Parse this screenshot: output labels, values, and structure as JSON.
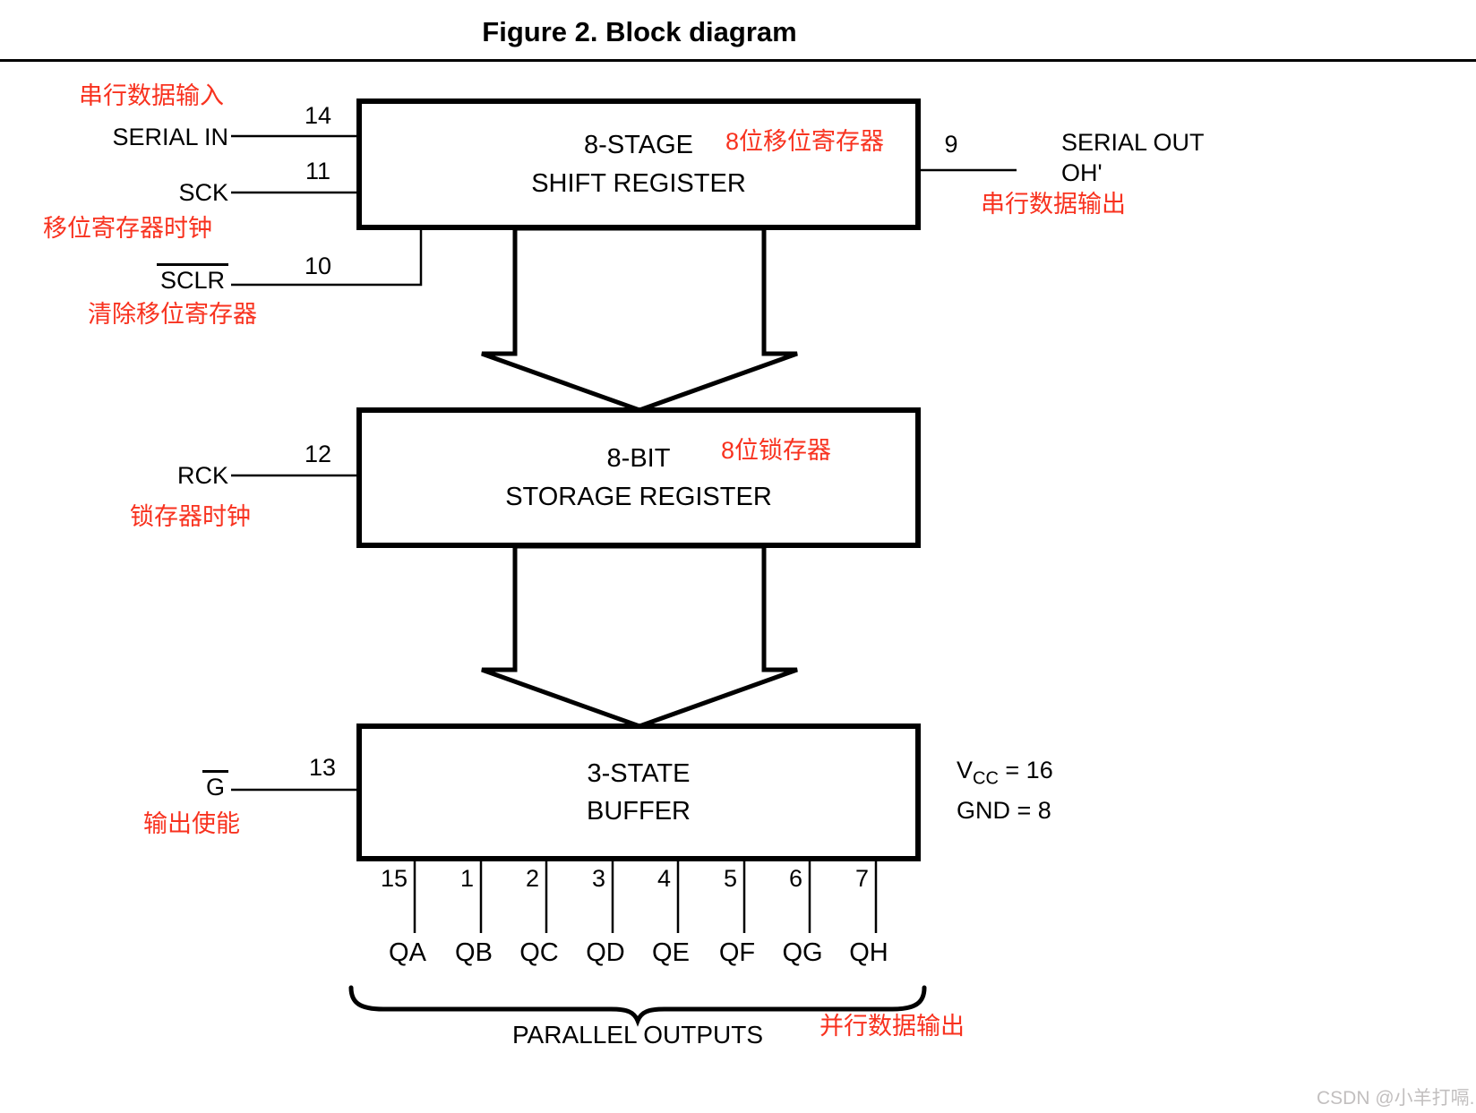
{
  "title": "Figure 2. Block diagram",
  "colors": {
    "annotation_red": "#f8321f",
    "line": "#000000",
    "watermark": "#c2bfbf"
  },
  "blocks": {
    "shift": {
      "line1": "8-STAGE",
      "line2": "SHIFT REGISTER",
      "annotation": "8位移位寄存器"
    },
    "storage": {
      "line1": "8-BIT",
      "line2": "STORAGE REGISTER",
      "annotation": "8位锁存器"
    },
    "buffer": {
      "line1": "3-STATE",
      "line2": "BUFFER"
    }
  },
  "left_pins": {
    "serial_in": {
      "label": "SERIAL IN",
      "pin": "14",
      "annotation": "串行数据输入"
    },
    "sck": {
      "label": "SCK",
      "pin": "11",
      "annotation": "移位寄存器时钟"
    },
    "sclr": {
      "label": "SCLR",
      "pin": "10",
      "annotation": "清除移位寄存器"
    },
    "rck": {
      "label": "RCK",
      "pin": "12",
      "annotation": "锁存器时钟"
    },
    "g": {
      "label": "G",
      "pin": "13",
      "annotation": "输出使能"
    }
  },
  "right_pin": {
    "pin": "9",
    "label1": "SERIAL OUT",
    "label2": "OH'",
    "annotation": "串行数据输出"
  },
  "power": {
    "vcc_letter": "V",
    "vcc_sub": "CC",
    "vcc_eq": " = 16",
    "gnd": "GND = 8"
  },
  "outputs": {
    "pins": [
      "15",
      "1",
      "2",
      "3",
      "4",
      "5",
      "6",
      "7"
    ],
    "labels": [
      "QA",
      "QB",
      "QC",
      "QD",
      "QE",
      "QF",
      "QG",
      "QH"
    ],
    "caption": "PARALLEL OUTPUTS",
    "annotation": "并行数据输出"
  },
  "watermark": "CSDN @小羊打嗝."
}
